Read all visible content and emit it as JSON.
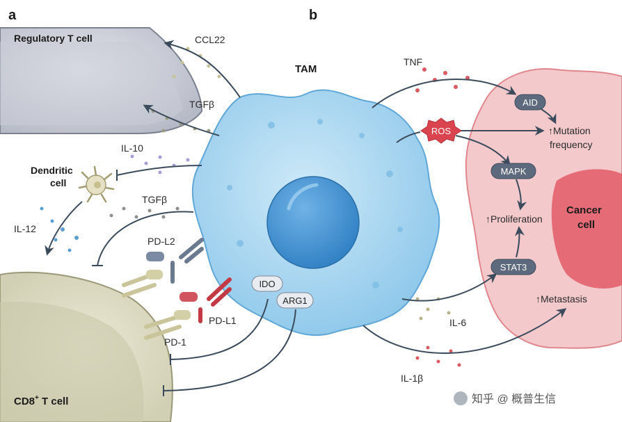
{
  "panels": {
    "a": "a",
    "b": "b"
  },
  "cells": {
    "treg": "Regulatory T cell",
    "dendritic_line1": "Dendritic",
    "dendritic_line2": "cell",
    "cd8_main": "CD8",
    "cd8_sup": "+",
    "cd8_rest": " T cell",
    "tam": "TAM",
    "cancer_line1": "Cancer",
    "cancer_line2": "cell"
  },
  "signals": {
    "ccl22": "CCL22",
    "tgfb_top": "TGFβ",
    "il10": "IL-10",
    "tgfb_mid": "TGFβ",
    "il12": "IL-12",
    "pdl2": "PD-L2",
    "pdl1": "PD-L1",
    "pd1": "PD-1",
    "ido": "IDO",
    "arg1": "ARG1",
    "tnf": "TNF",
    "ros": "ROS",
    "aid": "AID",
    "mapk": "MAPK",
    "stat3": "STAT3",
    "il6": "IL-6",
    "il1b": "IL-1β"
  },
  "outcomes": {
    "mutation_line1": "↑Mutation",
    "mutation_line2": "frequency",
    "proliferation": "↑Proliferation",
    "metastasis": "↑Metastasis"
  },
  "watermark": "知乎 @ 概普生信"
}
